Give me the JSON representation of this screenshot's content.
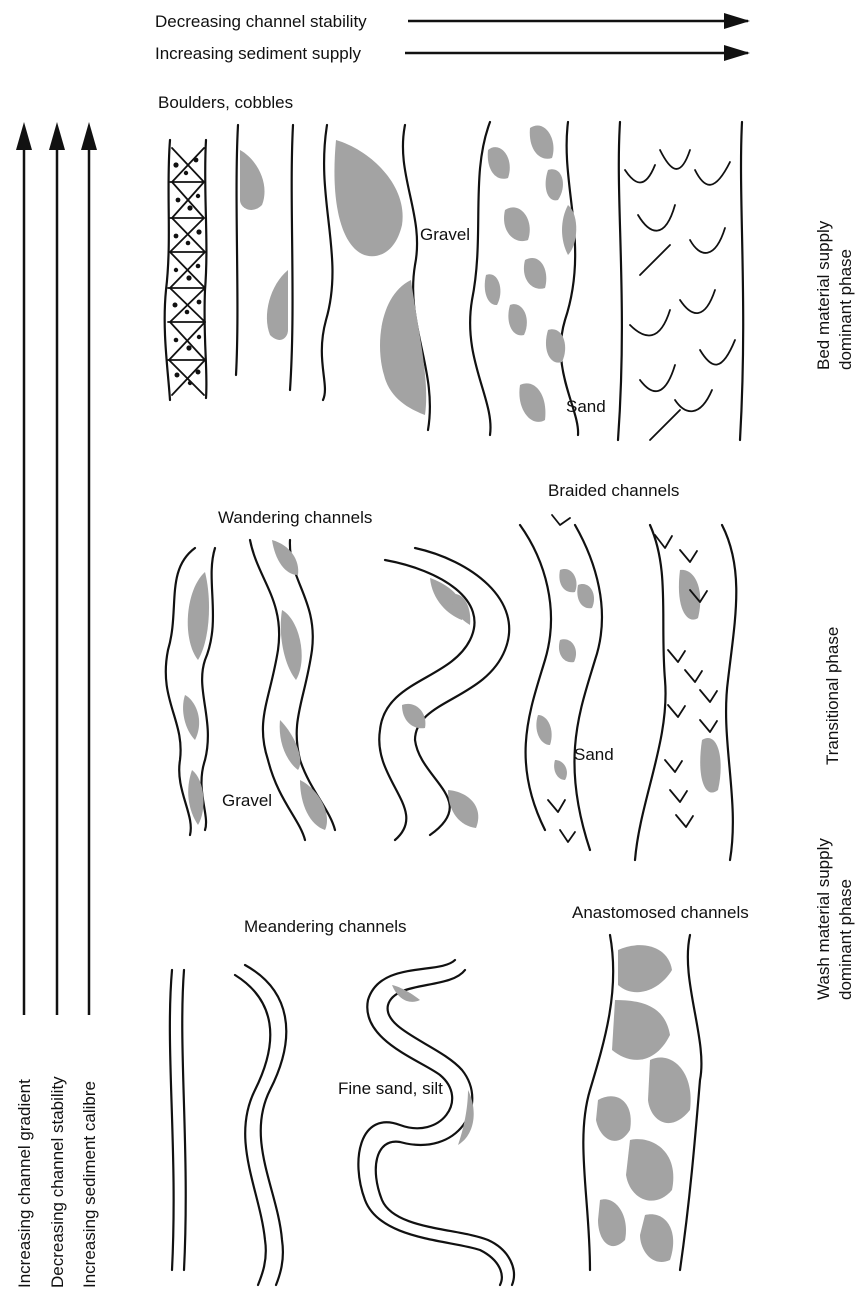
{
  "top_arrows": {
    "stability": "Decreasing channel stability",
    "supply": "Increasing sediment supply"
  },
  "left_arrows": {
    "gradient": "Increasing channel gradient",
    "stability": "Decreasing channel stability",
    "calibre": "Increasing sediment calibre"
  },
  "phases": {
    "bed": [
      "Bed material supply",
      "dominant phase"
    ],
    "transitional": "Transitional phase",
    "wash": [
      "Wash material supply",
      "dominant phase"
    ]
  },
  "labels": {
    "boulders": "Boulders, cobbles",
    "gravel_top": "Gravel",
    "sand_top": "Sand",
    "wandering": "Wandering channels",
    "braided": "Braided channels",
    "gravel_mid": "Gravel",
    "sand_mid": "Sand",
    "meandering": "Meandering channels",
    "anastomosed": "Anastomosed channels",
    "fine_sand": "Fine sand, silt"
  },
  "colors": {
    "line": "#111111",
    "bar_fill": "#a3a3a3",
    "background": "#ffffff"
  }
}
